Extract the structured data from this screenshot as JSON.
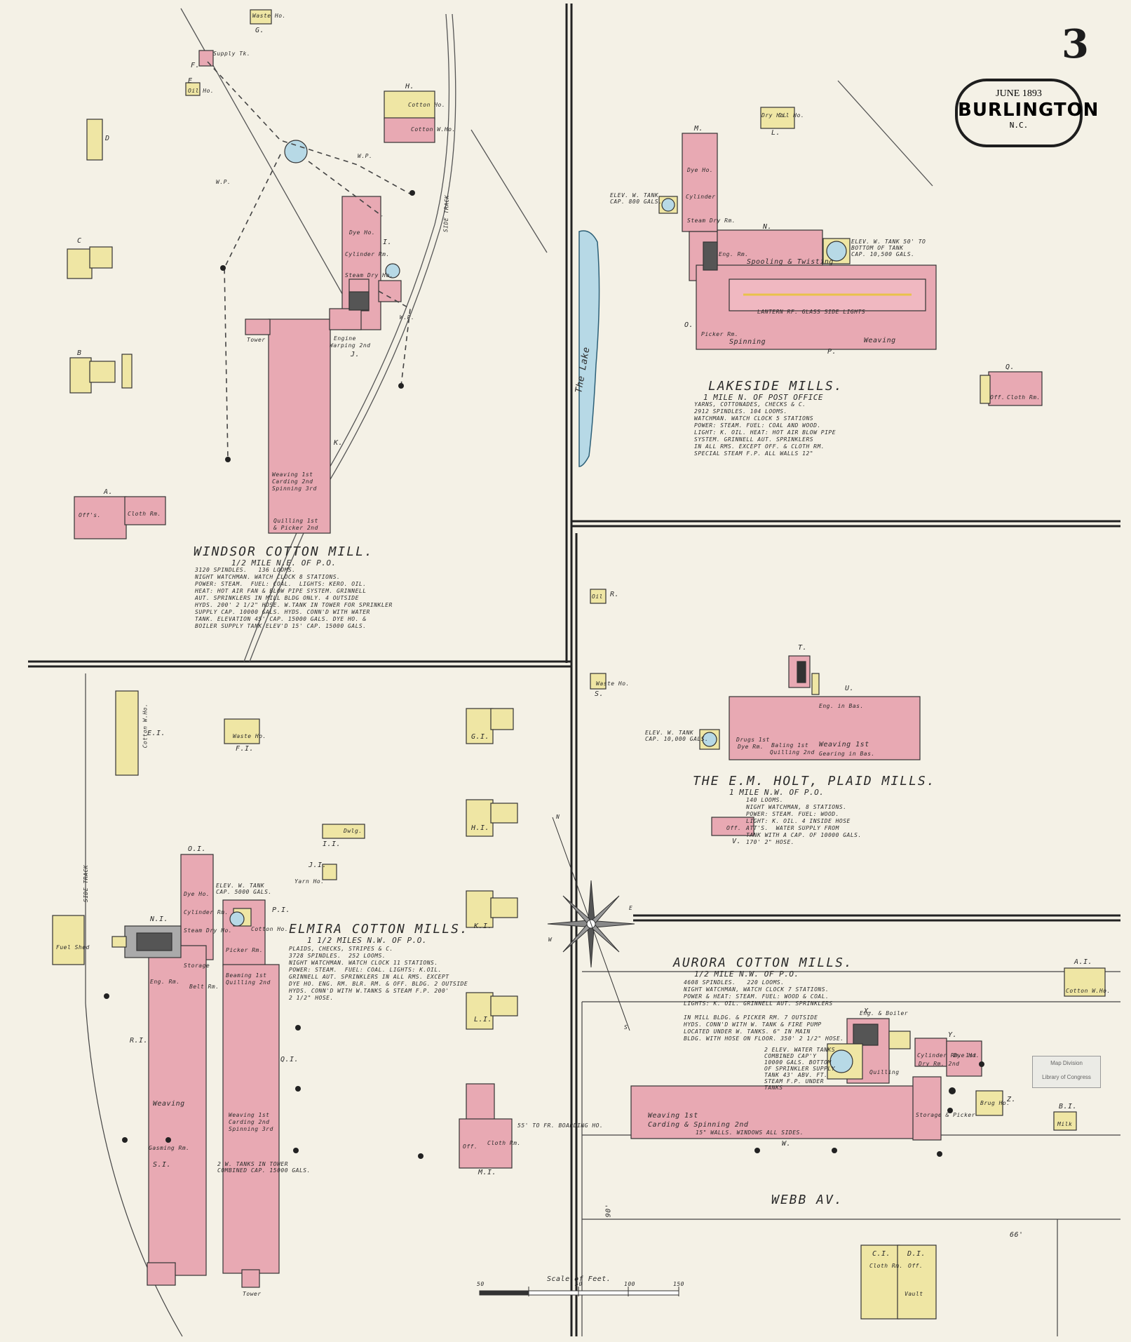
{
  "sheet": {
    "number": "3",
    "date": "JUNE 1893",
    "city": "BURLINGTON",
    "state": "N.C."
  },
  "stamp": {
    "line1": "Map Division",
    "line2": "Library of Congress"
  },
  "lake": {
    "label": "The Lake"
  },
  "streets": {
    "webb": "WEBB  AV.",
    "width_left": "90'",
    "width_right": "66'",
    "side_track": "SIDE TRACK",
    "side_track_2": "SIDE TRACK"
  },
  "scale": {
    "label": "Scale of Feet.",
    "ticks": [
      "50",
      "50",
      "100",
      "150"
    ]
  },
  "compass": {
    "n": "N",
    "e": "E",
    "w": "W",
    "s": "S"
  },
  "colors": {
    "brick": "#e8a9b3",
    "frame": "#efe6a4",
    "water": "#b7d9e6",
    "paper": "#f4f1e6",
    "ink": "#2b2b2b"
  },
  "windsor": {
    "title": "WINDSOR  COTTON  MILL.",
    "sub": "1/2 MILE N.E. OF P.O.",
    "notes": "3120 SPINDLES.   136 LOOMS.\nNIGHT WATCHMAN. WATCH CLOCK 8 STATIONS.\nPOWER: STEAM.  FUEL: COAL.  LIGHTS: KERO. OIL.\nHEAT: HOT AIR FAN & BLOW PIPE SYSTEM. GRINNELL\nAUT. SPRINKLERS IN MILL BLDG ONLY. 4 OUTSIDE\nHYDS. 200' 2 1/2\" HOSE. W.TANK IN TOWER FOR SPRINKLER\nSUPPLY CAP. 10000 GALS. HYDS. CONN'D WITH WATER\nTANK. ELEVATION 45' CAP. 15000 GALS. DYE HO. &\nBOILER SUPPLY TANK ELEV'D 15' CAP. 15000 GALS.",
    "labels": {
      "dyeho": "Dye Ho.",
      "cylinder": "Cylinder Rm.",
      "steamdry": "Steam Dry Ho.",
      "engine": "Engine",
      "warping": "Warping 2nd",
      "weaving": "Weaving 1st",
      "carding": "Carding 2nd",
      "spinning": "Spinning 3rd",
      "quilling": "Quilling 1st",
      "picker": "& Picker 2nd",
      "waste": "Waste Ho.",
      "supply": "Supply Tk.",
      "oil": "Oil Ho.",
      "cotton": "Cotton W.Ho.",
      "cottonw": "Cotton Ho.",
      "offs": "Off's.",
      "cloth": "Cloth Rm.",
      "tower": "Tower",
      "wp1": "W.P.",
      "wp2": "W.P.",
      "wp3": "W.P."
    },
    "letters": {
      "g": "G.",
      "f": "F.",
      "e": "E",
      "d": "D",
      "c": "C",
      "b": "B",
      "h": "H.",
      "i": "I.",
      "j": "J.",
      "k": "K.",
      "a": "A."
    }
  },
  "lakeside": {
    "title": "LAKESIDE  MILLS.",
    "sub": "1 MILE N. OF POST OFFICE",
    "notes": "YARNS, COTTONADES, CHECKS & C.\n2912 SPINDLES. 104 LOOMS.\nWATCHMAN. WATCH CLOCK 5 STATIONS\nPOWER: STEAM. FUEL: COAL AND WOOD.\nLIGHT: K. OIL. HEAT: HOT AIR BLOW PIPE\nSYSTEM. GRINNELL AUT. SPRINKLERS\nIN ALL RMS. EXCEPT OFF. & CLOTH RM.\nSPECIAL STEAM F.P. ALL WALLS 12\"",
    "labels": {
      "tank1": "ELEV. W. TANK\nCAP. 800 GALS.",
      "tank2": "ELEV. W. TANK 50' TO\nBOTTOM OF TANK\nCAP. 10,500 GALS.",
      "dyeho": "Dye Ho.",
      "cylinder": "Cylinder",
      "steamdry": "Steam Dry Rm.",
      "engine": "Eng. Rm.",
      "spooling": "Spooling & Twisting",
      "lantern": "LANTERN RF. GLASS SIDE LIGHTS",
      "picker": "Picker Rm.",
      "spinning": "Spinning",
      "weaving": "Weaving",
      "off": "Off.",
      "clothrm": "Cloth Rm.",
      "dryho": "Dry Ho.",
      "oilho": "Oil Ho."
    },
    "letters": {
      "m": "M.",
      "n": "N.",
      "o": "O.",
      "p": "P.",
      "q": "Q.",
      "l": "L."
    }
  },
  "holt": {
    "title": "THE  E.M. HOLT,  PLAID  MILLS.",
    "sub": "1 MILE N.W. OF P.O.",
    "notes": "140 LOOMS.\nNIGHT WATCHMAN, 8 STATIONS.\nPOWER: STEAM. FUEL: WOOD.\nLIGHT: K. OIL. 4 INSIDE HOSE\nATT'S.  WATER SUPPLY FROM\nTANK WITH A CAP. OF 10000 GALS.\n170' 2\" HOSE.",
    "labels": {
      "tank": "ELEV. W. TANK\nCAP. 10,000 GALS.",
      "drugs": "Drugs 1st",
      "dyerm": "Dye Rm.",
      "baling": "Baling 1st",
      "quilling": "Quilling 2nd",
      "weaving": "Weaving 1st",
      "gearing": "Gearing in Bas.",
      "eng": "Eng. in Bas.",
      "off": "Off.",
      "oil": "Oil",
      "waste": "Waste Ho."
    },
    "letters": {
      "r": "R.",
      "s": "S.",
      "t": "T.",
      "u": "U.",
      "v": "V."
    }
  },
  "elmira": {
    "title": "ELMIRA  COTTON  MILLS.",
    "sub": "1 1/2 MILES N.W. OF P.O.",
    "notes": "PLAIDS, CHECKS, STRIPES & C.\n3728 SPINDLES.  252 LOOMS.\nNIGHT WATCHMAN. WATCH CLOCK 11 STATIONS.\nPOWER: STEAM.  FUEL: COAL. LIGHTS: K.OIL.\nGRINNELL AUT. SPRINKLERS IN ALL RMS. EXCEPT\nDYE HO. ENG. RM. BLR. RM. & OFF. BLDG. 2 OUTSIDE\nHYDS. CONN'D WITH W.TANKS & STEAM F.P. 200'\n2 1/2\" HOSE.",
    "labels": {
      "tank": "ELEV. W. TANK\nCAP. 5000 GALS.",
      "dyeho": "Dye Ho.",
      "cylinder": "Cylinder Rm.",
      "steam": "Steam Dry Ho.",
      "storage": "Storage",
      "cotton": "Cotton Ho.",
      "picker": "Picker Rm.",
      "beaming": "Beaming 1st",
      "quilling": "Quilling 2nd",
      "eng": "Eng. Rm.",
      "belt": "Belt Rm.",
      "weaving": "Weaving",
      "weaving2": "Weaving 1st",
      "carding": "Carding 2nd",
      "spinning": "Spinning 3rd",
      "gasming": "Gasming Rm.",
      "towers": "2 W. TANKS IN TOWER\nCOMBINED CAP. 15000 GALS.",
      "fuel": "Fuel Shed",
      "cottonw": "Cotton W.Ho.",
      "waste": "Waste Ho.",
      "yarn": "Yarn Ho.",
      "dwlg": "Dwlg.",
      "off": "Off.",
      "cloth": "Cloth Rm.",
      "boarding": "55' TO FR. BOARDING HO.",
      "tower": "Tower"
    },
    "letters": {
      "o1": "O.I.",
      "n1": "N.I.",
      "p1": "P.I.",
      "q1": "Q.I.",
      "r1": "R.I.",
      "s1": "S.I.",
      "e1": "E.I.",
      "f1": "F.I.",
      "g1": "G.I.",
      "h1": "H.I.",
      "i1": "I.I.",
      "j1": "J.I.",
      "k1": "K.I.",
      "l1": "L.I.",
      "m1": "M.I."
    }
  },
  "aurora": {
    "title": "AURORA  COTTON  MILLS.",
    "sub": "1/2 MILE N.W. OF P.O.",
    "notes": "4608 SPINDLES.   220 LOOMS.\nNIGHT WATCHMAN, WATCH CLOCK 7 STATIONS.\nPOWER & HEAT: STEAM. FUEL: WOOD & COAL.\nLIGHTS: K. OIL. GRINNELL AUT. SPRINKLERS\n\nIN MILL BLDG. & PICKER RM. 7 OUTSIDE\nHYDS. CONN'D WITH W. TANK & FIRE PUMP\nLOCATED UNDER W. TANKS. 6\" IN MAIN\nBLDG. WITH HOSE ON FLOOR. 350' 2 1/2\" HOSE.",
    "labels": {
      "tanks": "2 ELEV. WATER TANKS\nCOMBINED CAP'Y\n10000 GALS. BOTTOM\nOF SPRINKLER SUPPLY\nTANK 43' ABV. FT.\nSTEAM F.P. UNDER\nTANKS",
      "weaving": "Weaving 1st",
      "carding": "Carding & Spinning 2nd",
      "walls": "15\" WALLS. WINDOWS ALL SIDES.",
      "cylinder": "Cylinder Rm. 1st",
      "dry": "Dry Rm. 2nd",
      "dyeho": "Dye Ho.",
      "storage": "Storage & Picker",
      "quilling": "Quilling",
      "engine": "Eng. & Boiler",
      "brug": "Brug Ho.",
      "cottonw": "Cotton W.Ho.",
      "milk": "Milk",
      "cloth": "Cloth Rm.",
      "off": "Off.",
      "vault": "Vault"
    },
    "letters": {
      "w": "W.",
      "x": "X.",
      "y": "Y.",
      "z": "Z.",
      "a1": "A.I.",
      "b1": "B.I.",
      "c1": "C.I.",
      "d1": "D.I."
    }
  }
}
